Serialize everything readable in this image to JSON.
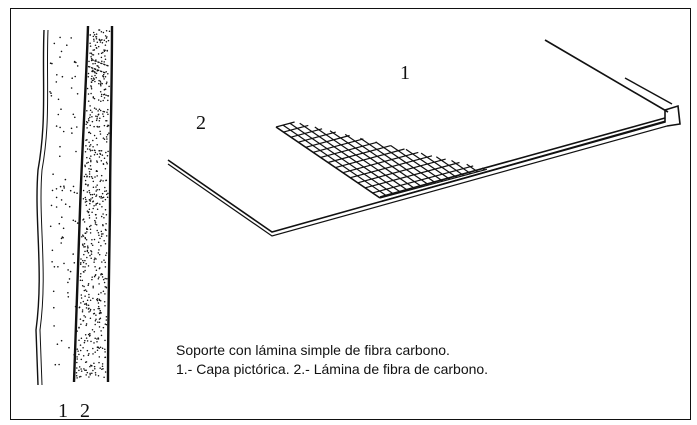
{
  "figure": {
    "labels": {
      "top_view_layer_1": "1",
      "top_view_layer_2": "2",
      "section_layer_1": "1",
      "section_layer_2": "2"
    },
    "caption": {
      "line1": "Soporte con lámina simple de fibra carbono.",
      "line2": "1.- Capa pictórica. 2.- Lámina de fibra de carbono."
    },
    "colors": {
      "ink": "#111111",
      "frame": "#111111",
      "background": "#ffffff"
    }
  }
}
